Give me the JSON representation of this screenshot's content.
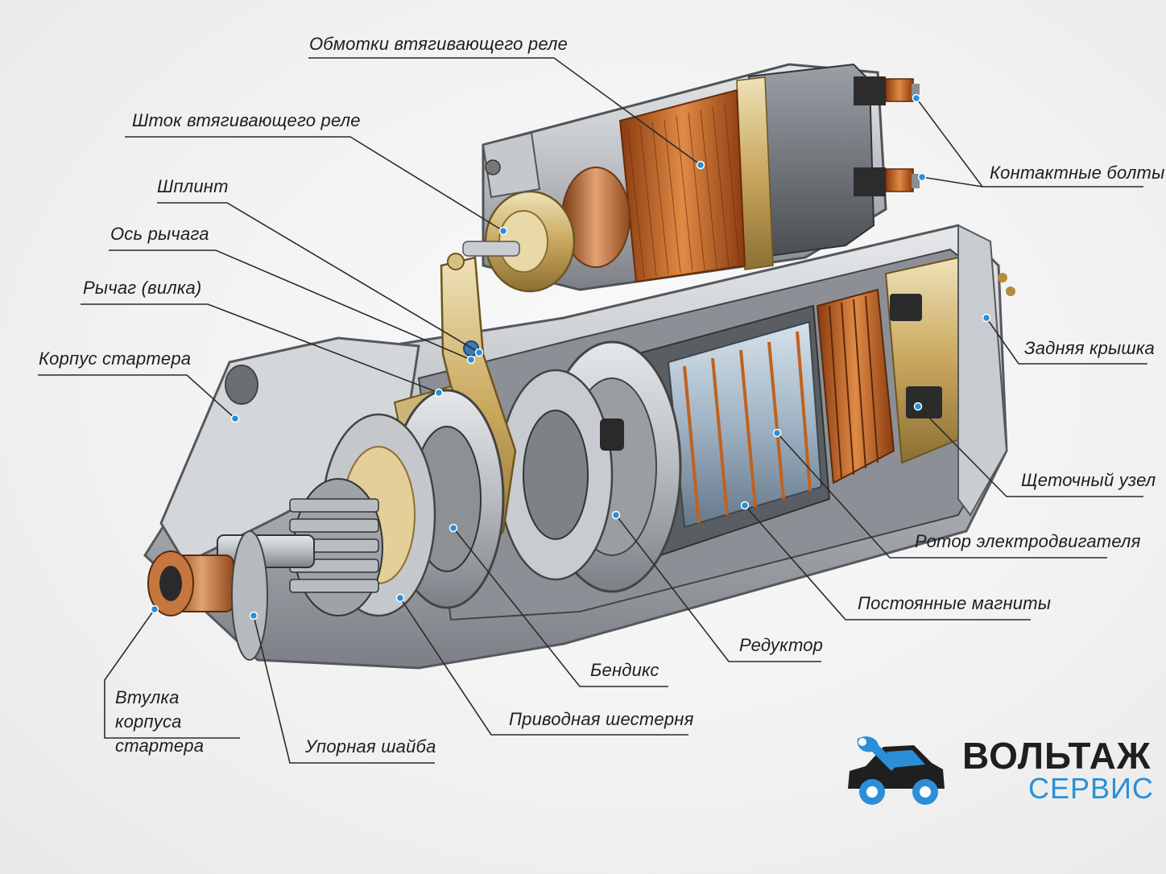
{
  "diagram": {
    "labels": {
      "solenoid_windings": "Обмотки втягивающего реле",
      "solenoid_plunger": "Шток втягивающего реле",
      "cotter_pin": "Шплинт",
      "lever_axle": "Ось рычага",
      "lever_fork": "Рычаг (вилка)",
      "starter_housing": "Корпус стартера",
      "housing_bushing": "Втулка корпуса стартера",
      "thrust_washer": "Упорная шайба",
      "drive_gear": "Приводная шестерня",
      "bendix": "Бендикс",
      "reducer": "Редуктор",
      "permanent_magnets": "Постоянные магниты",
      "rotor": "Ротор электродвигателя",
      "brush_assembly": "Щеточный узел",
      "rear_cover": "Задняя крышка",
      "contact_bolts": "Контактные болты"
    }
  },
  "logo": {
    "line1": "ВОЛЬТАЖ",
    "line2": "СЕРВИС",
    "accent_color": "#2a8fd8",
    "dark_color": "#1f1f1f",
    "icon": "car-wrench-icon"
  },
  "colors": {
    "copper": "#c0621e",
    "brass": "#c8a45a",
    "steel": "#a9adb2",
    "leader_line": "#2b2b2b",
    "dot": "#2a8fd8"
  }
}
